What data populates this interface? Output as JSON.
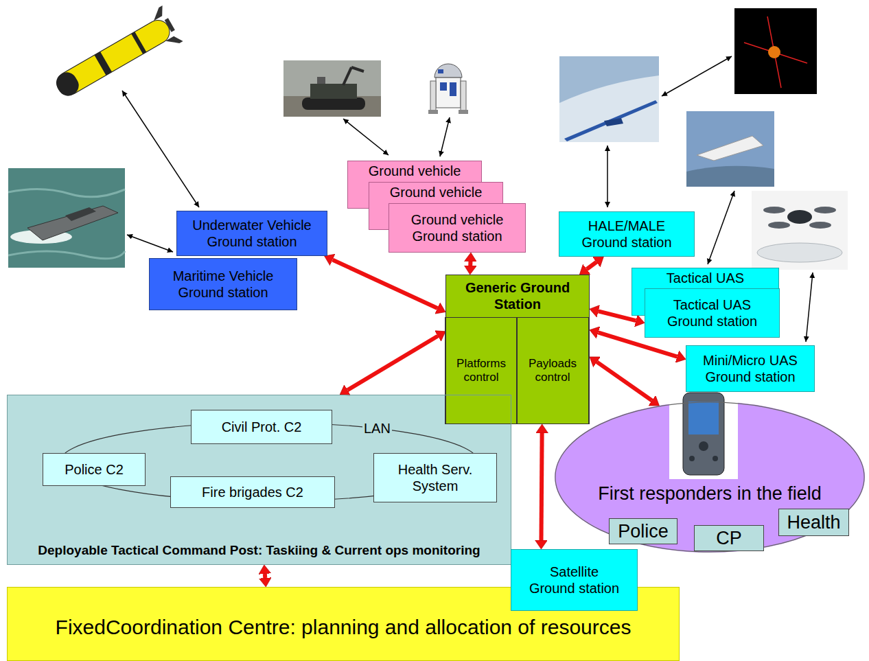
{
  "diagram": {
    "nodes": [
      {
        "text": [
          "Underwater Vehicle Ground station"
        ]
      },
      {
        "text": [
          "Ground vehicle"
        ]
      },
      {
        "text": [
          "Ground vehicle"
        ]
      },
      {
        "text": [
          "Ground vehicle Ground station"
        ]
      },
      {
        "text": [
          "HALE/MALE Ground station"
        ]
      },
      {
        "text": [
          "Maritime Vehicle Ground station"
        ]
      },
      {
        "text": [
          "Tactical UAS"
        ]
      },
      {
        "text": [
          "Tactical UAS Ground station"
        ]
      },
      {
        "text": [
          "Generic Ground Station"
        ]
      },
      {
        "text": [
          "Platforms control"
        ],
        "in": 8
      },
      {
        "text": [
          "Payloads control"
        ],
        "in": 8
      },
      {
        "text": [
          "Mini/Micro UAS Ground station"
        ]
      },
      {
        "text": [
          "Deployable Tactical Command Post: Taskiing & Current ops monitoring"
        ]
      },
      {
        "text": [
          "Civil Prot. C2"
        ],
        "in": 12
      },
      {
        "text": [
          "Police C2"
        ],
        "in": 12
      },
      {
        "text": [
          "Health Serv. System"
        ],
        "in": 12
      },
      {
        "text": [
          "Fire brigades C2"
        ],
        "in": 12
      },
      {
        "text": [
          "First responders in the field"
        ]
      },
      {
        "text": [
          "Police"
        ],
        "in": 17
      },
      {
        "text": [
          "CP"
        ],
        "in": 17
      },
      {
        "text": [
          "Health"
        ],
        "in": 17
      },
      {
        "text": [
          "Satellite Ground station"
        ]
      },
      {
        "text": [
          "FixedCoordination Centre: planning and allocation of resources"
        ]
      }
    ],
    "edges": [
      {
        "from": 0,
        "to": 8,
        "arrow": "both"
      },
      {
        "from": 3,
        "to": 8,
        "arrow": "both"
      },
      {
        "from": 4,
        "to": 8,
        "arrow": "both"
      },
      {
        "from": 7,
        "to": 8,
        "arrow": "both"
      },
      {
        "from": 11,
        "to": 8,
        "arrow": "both"
      },
      {
        "from": 8,
        "to": 12,
        "arrow": "both"
      },
      {
        "from": 8,
        "to": 21,
        "arrow": "both"
      },
      {
        "from": 8,
        "to": 17,
        "arrow": "both"
      },
      {
        "from": 12,
        "to": 22,
        "arrow": "both"
      }
    ],
    "labels": [
      "LAN"
    ]
  }
}
